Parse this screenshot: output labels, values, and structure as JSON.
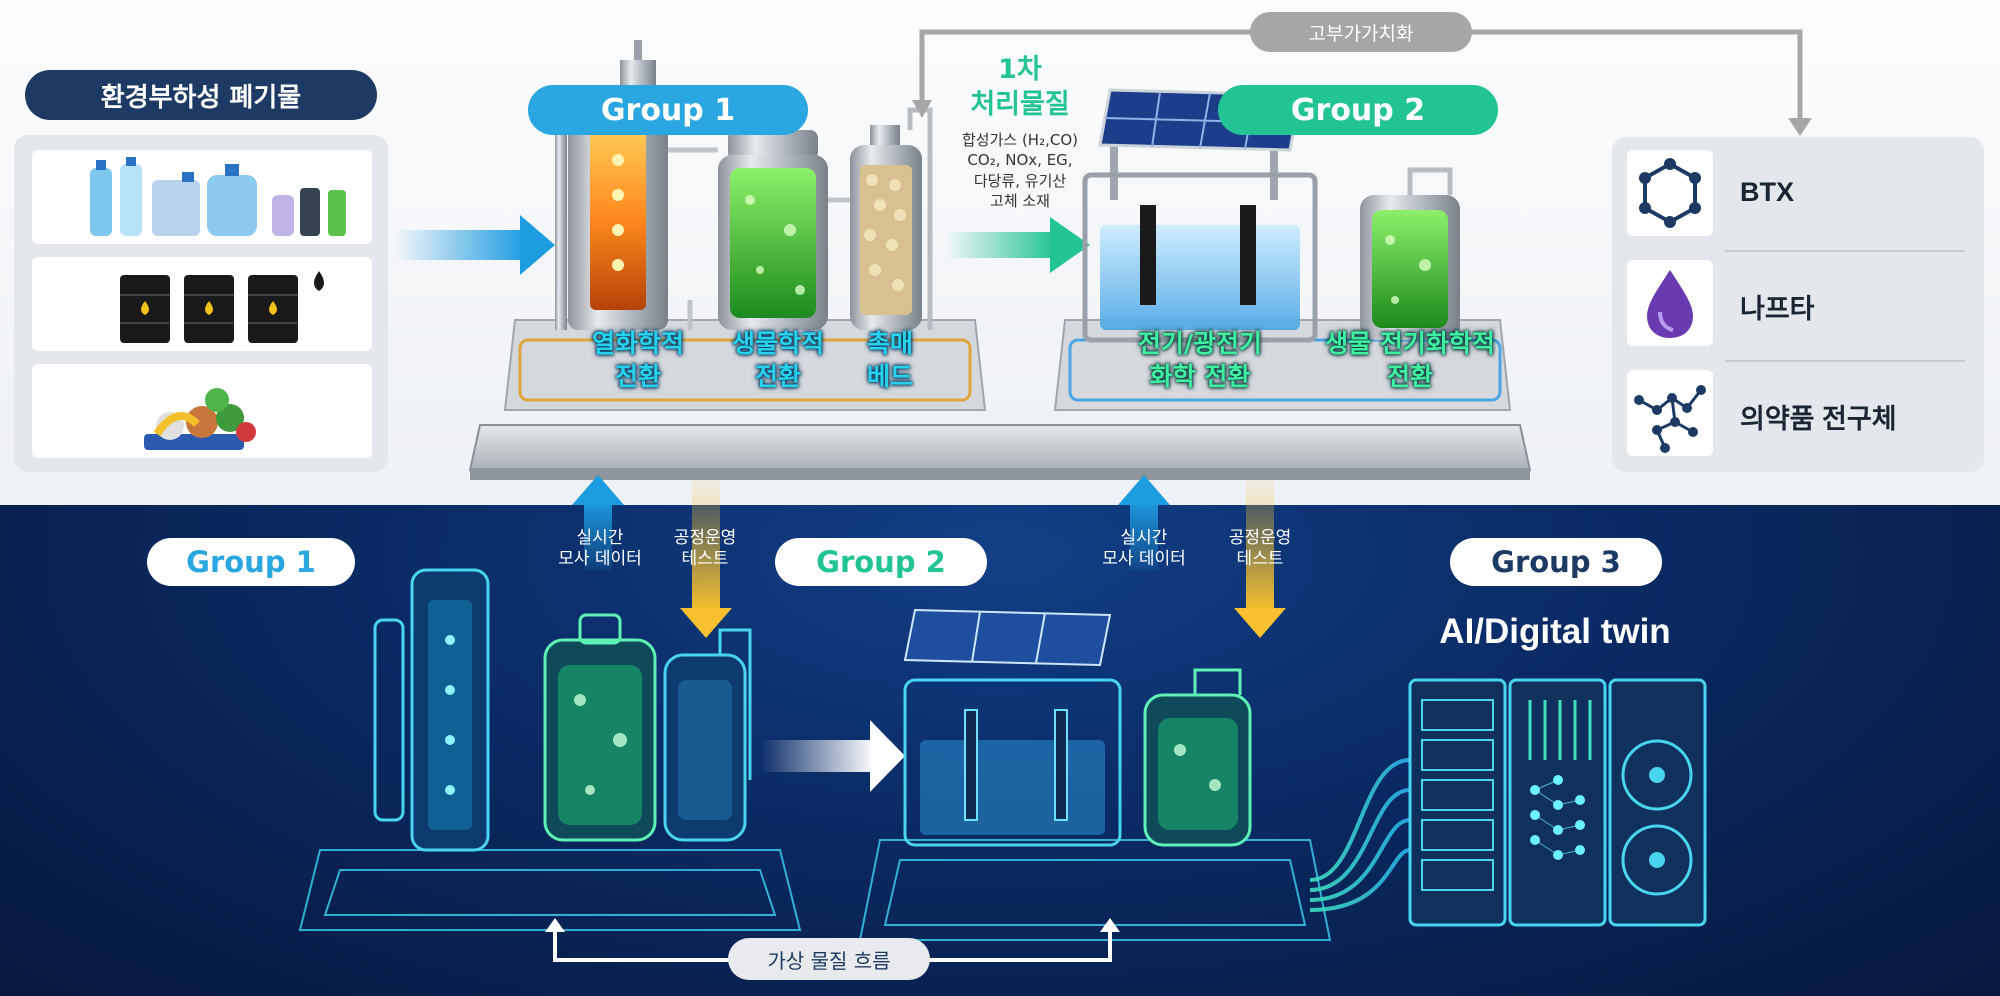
{
  "waste": {
    "title": "환경부하성 폐기물"
  },
  "top_groups": {
    "group1": "Group 1",
    "group2": "Group 2"
  },
  "primary": {
    "title_line1": "1차",
    "title_line2": "처리물질",
    "line1": "합성가스 (H₂,CO)",
    "line2": "CO₂, NOx, EG,",
    "line3": "다당류, 유기산",
    "line4": "고체 소재"
  },
  "upcycle": "고부가가치화",
  "processes": {
    "thermo_1": "열화학적",
    "thermo_2": "전환",
    "bio_1": "생물학적",
    "bio_2": "전환",
    "cat_1": "촉매",
    "cat_2": "베드",
    "electro_1": "전기/광전기",
    "electro_2": "화학 전환",
    "bioelec_1": "생물 전기화학적",
    "bioelec_2": "전환"
  },
  "products": [
    {
      "name": "BTX",
      "icon": "hexagon-molecule-icon"
    },
    {
      "name": "나프타",
      "icon": "purple-drop-icon"
    },
    {
      "name": "의약품 전구체",
      "icon": "molecule-network-icon"
    }
  ],
  "flows": {
    "realtime_1": "실시간",
    "realtime_2": "모사 데이터",
    "test_1": "공정운영",
    "test_2": "테스트"
  },
  "bottom_groups": {
    "group1": "Group 1",
    "group2": "Group 2",
    "group3": "Group 3"
  },
  "ai_title": "AI/Digital twin",
  "virtual_flow": "가상 물질 흐름",
  "colors": {
    "navy": "#1c3a63",
    "group1_blue": "#2aa6e0",
    "group2_green": "#22c493",
    "arrow_blue": "#1e9ce0",
    "arrow_gold": "#f6c02f",
    "gray_arrow": "#a6a6a6"
  }
}
